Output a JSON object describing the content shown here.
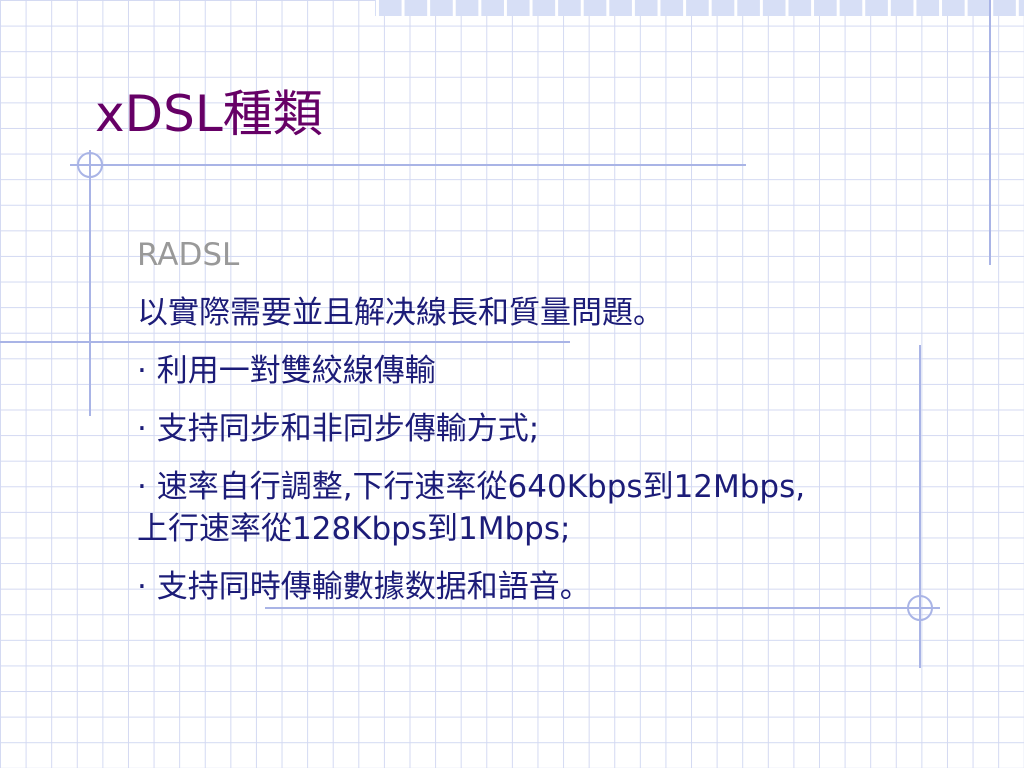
{
  "slide": {
    "title": "xDSL種類",
    "subtitle": "RADSL",
    "paragraphs": [
      "以實際需要並且解决線長和質量問題。",
      "· 利用一對雙絞線傳輸",
      "· 支持同步和非同步傳輸方式;",
      "· 速率自行調整,下行速率從640Kbps到12Mbps,上行速率從128Kbps到1Mbps;",
      "· 支持同時傳輸數據数据和語音。"
    ]
  },
  "colors": {
    "title": "#660066",
    "subtitle": "#999999",
    "body_text": "#1c1c78",
    "grid": "#d3d9f2",
    "accent_lines": "#a9b4e6",
    "top_strip": "#d7dff6"
  }
}
